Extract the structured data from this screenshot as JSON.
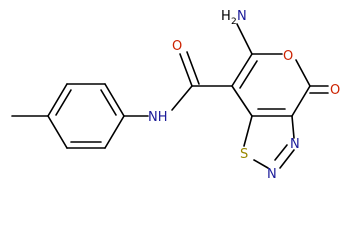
{
  "molecule": {
    "atoms": {
      "nh2": "H2N",
      "nh2_h": "H",
      "nh2_sub": "2",
      "nh2_n": "N",
      "ring_o": "O",
      "carbonyl_o": "O",
      "amide_o": "O",
      "amide_nh": "NH",
      "s": "S",
      "n_a": "N",
      "n_b": "N"
    },
    "colors": {
      "bond": "#000000",
      "oxygen": "#cc2200",
      "nitrogen": "#1a1a99",
      "sulfur": "#998800"
    }
  }
}
